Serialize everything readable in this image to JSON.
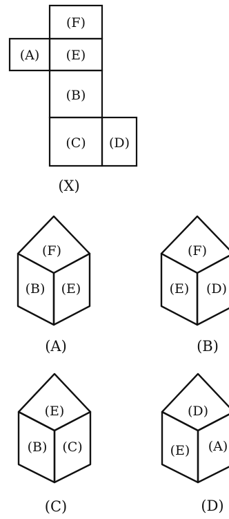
{
  "net": {
    "faces": {
      "f": "(F)",
      "a": "(A)",
      "e": "(E)",
      "b": "(B)",
      "c": "(C)",
      "d": "(D)"
    },
    "caption": "(X)"
  },
  "options": [
    {
      "caption": "(A)",
      "top": "(F)",
      "left": "(B)",
      "right": "(E)"
    },
    {
      "caption": "(B)",
      "top": "(F)",
      "left": "(E)",
      "right": "(D)"
    },
    {
      "caption": "(C)",
      "top": "(E)",
      "left": "(B)",
      "right": "(C)"
    },
    {
      "caption": "(D)",
      "top": "(D)",
      "left": "(E)",
      "right": "(A)"
    }
  ]
}
